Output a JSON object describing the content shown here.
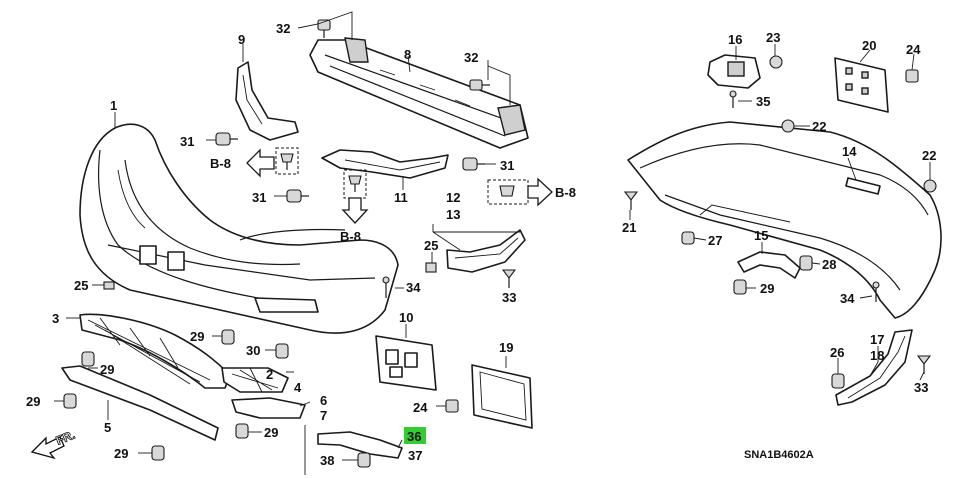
{
  "diagram": {
    "callouts": [
      "1",
      "2",
      "3",
      "4",
      "5",
      "6",
      "7",
      "8",
      "9",
      "10",
      "11",
      "12",
      "13",
      "14",
      "15",
      "16",
      "17",
      "18",
      "19",
      "20",
      "21",
      "22",
      "23",
      "24",
      "25",
      "26",
      "27",
      "28",
      "29",
      "30",
      "31",
      "32",
      "33",
      "34",
      "35",
      "36",
      "37",
      "38"
    ],
    "highlighted_callout": "36",
    "highlight_color": "#33cc33",
    "reference_labels": [
      "B-8",
      "B-8",
      "B-8"
    ],
    "direction_label": "FR.",
    "diagram_code": "SNA1B4602A"
  }
}
